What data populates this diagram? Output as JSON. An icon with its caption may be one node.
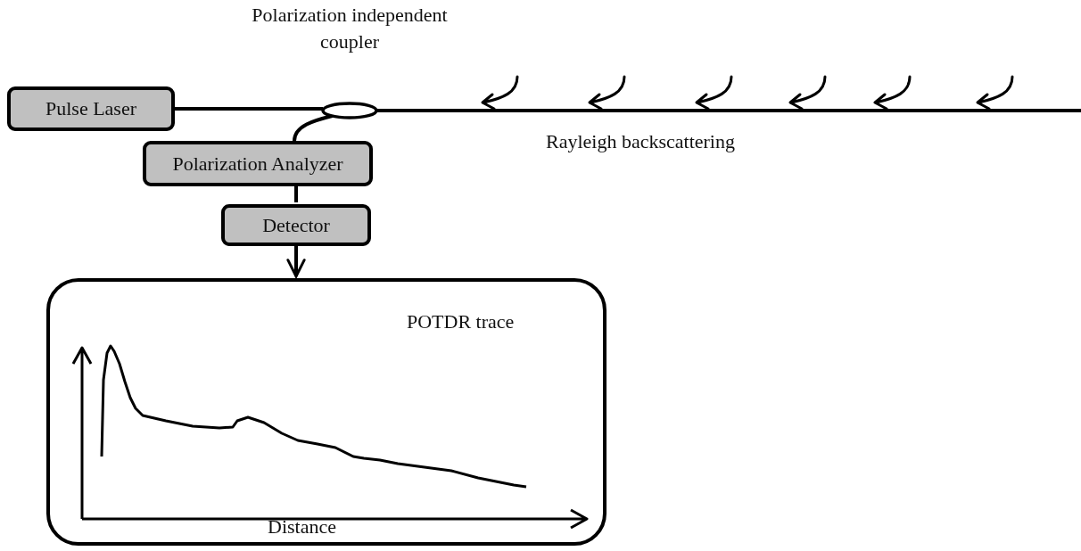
{
  "diagram": {
    "nodes": [
      {
        "text": [
          "Pulse Laser"
        ]
      },
      {
        "text": [
          "Polarization independent coupler"
        ]
      },
      {
        "text": [
          "Polarization Analyzer"
        ]
      },
      {
        "text": [
          "Detector"
        ]
      },
      {
        "text": [
          "POTDR trace"
        ]
      }
    ],
    "edges": [
      {
        "from": 0,
        "to": 1,
        "arrow": "none"
      },
      {
        "from": 1,
        "to": null,
        "arrow": "none"
      },
      {
        "from": 1,
        "to": 2,
        "arrow": "none"
      },
      {
        "from": 2,
        "to": 3,
        "arrow": "none"
      },
      {
        "from": 3,
        "to": 4,
        "arrow": "to"
      }
    ],
    "labels": [
      "Rayleigh backscattering",
      "Distance"
    ]
  }
}
